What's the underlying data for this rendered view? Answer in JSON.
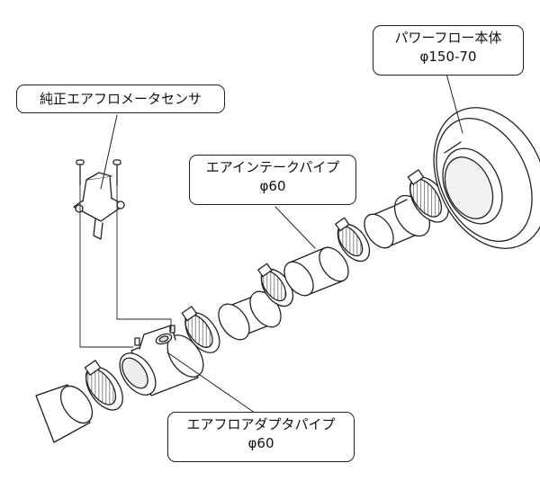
{
  "labels": {
    "sensor": {
      "line1": "純正エアフロメータセンサ"
    },
    "powerflow": {
      "line1": "パワーフロー本体",
      "line2": "φ150-70"
    },
    "intake_pipe": {
      "line1": "エアインテークパイプ",
      "line2": "φ60"
    },
    "adapter_pipe": {
      "line1": "エアフロアダプタパイプ",
      "line2": "φ60"
    }
  },
  "colors": {
    "line": "#222222",
    "fill": "#ffffff",
    "shade": "#e6e6e6"
  }
}
